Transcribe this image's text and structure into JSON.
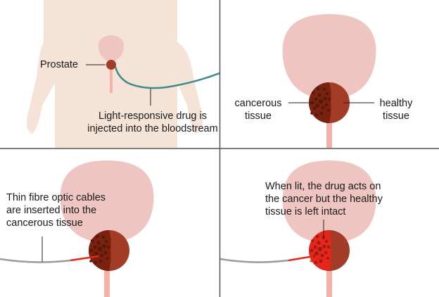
{
  "panel1": {
    "prostate_label": "Prostate",
    "drug_caption": "Light-responsive drug is\ninjected into the bloodstream"
  },
  "panel2": {
    "cancerous_label": "cancerous\ntissue",
    "healthy_label": "healthy\ntissue"
  },
  "panel3": {
    "caption": "Thin fibre optic cables\nare inserted into the\ncancerous tissue"
  },
  "panel4": {
    "caption": "When lit, the drug acts on\nthe cancer but the healthy\ntissue is left intact"
  },
  "colors": {
    "body_skin": "#f6e3d7",
    "bladder": "#eec5c0",
    "prostate": "#a23c26",
    "cancer": "#7a2210",
    "urethra": "#f3b1a8",
    "tube": "#3f8a8a",
    "fibre": "#9a9a9a",
    "laser": "#e8251b",
    "divider": "#555555"
  }
}
